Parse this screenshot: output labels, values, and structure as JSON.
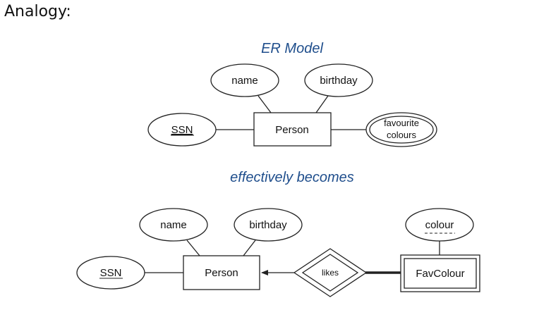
{
  "heading": "Analogy:",
  "colors": {
    "caption": "#1f4e8c",
    "stroke": "#222222"
  },
  "top": {
    "caption": "ER Model",
    "entity": "Person",
    "attributes": {
      "name": "name",
      "birthday": "birthday",
      "ssn": "SSN",
      "multivalued_line1": "favourite",
      "multivalued_line2": "colours"
    }
  },
  "middle_caption": "effectively becomes",
  "bottom": {
    "entity": "Person",
    "weak_entity": "FavColour",
    "relationship": "likes",
    "attributes": {
      "name": "name",
      "birthday": "birthday",
      "ssn": "SSN",
      "partial_key": "colour"
    }
  }
}
